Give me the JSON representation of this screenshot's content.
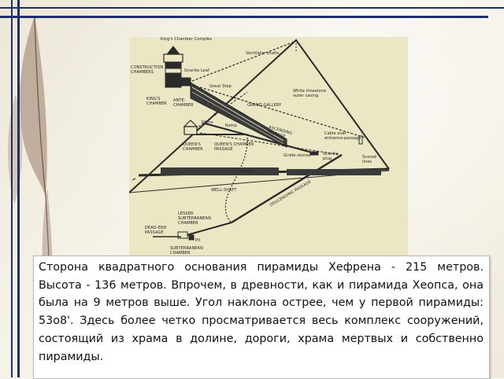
{
  "diagram": {
    "labels": {
      "kings_chamber_complex": "King's Chamber Complex",
      "ventilator_shafts": "Ventilator shafts",
      "construction_chambers": "CONSTRUCTION\nCHAMBERS",
      "granite_leaf": "Granite Leaf",
      "great_step": "Great Step",
      "kings_chamber": "KING'S\nCHAMBER",
      "ante_chamber": "ANTE-\nCHAMBER",
      "grand_gallery": "GRAND GALLERY",
      "white_limestone": "White limestone\nouter casing",
      "niche": "Niche",
      "ramp": "Ramp",
      "queens_chamber": "QUEEN'S\nCHAMBER",
      "queens_chamber_passage": "QUEEN'S CHAMBER\nPASSAGE",
      "ascending_passage": "ASCENDING\nPASSAGE",
      "cable_over_entrance": "Cable over\nentrance-passage",
      "girdle_stones": "Girdle-stones",
      "granite_plug": "Granite\nplug",
      "scored_lines": "Scored\nlines",
      "grotto": "Grotto",
      "well_shaft": "WELL-SHAFT",
      "descending_passage": "DESCENDING PASSAGE",
      "lesser_subterranean": "LESSER\nSUBTERRANEAN\nCHAMBER",
      "dead_end_passage": "DEAD-END\nPASSAGE",
      "pit": "Pit",
      "subterranean_chamber": "SUBTERRANEAN\nCHAMBER"
    },
    "colors": {
      "background": "#ebe6c3",
      "ink": "#2a2a2a"
    }
  },
  "caption": {
    "text": "Сторона квадратного основания пирамиды Хефрена - 215 метров. Высота - 136 метров. Впрочем, в древности, как и пирамида Хеопса, она была на 9 метров выше. Угол наклона острее, чем у первой пирамиды: 53о8'. Здесь более четко просматривается весь комплекс сооружений, состоящий из храма в долине, дороги, храма мертвых и собственно пирамиды."
  },
  "theme": {
    "rule_color": "#1f2f6b",
    "leaf_color": "#8a6a5a"
  }
}
